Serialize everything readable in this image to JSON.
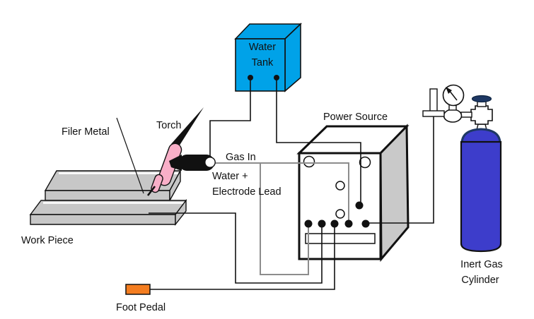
{
  "labels": {
    "water_tank_line1": "Water",
    "water_tank_line2": "Tank",
    "torch": "Torch",
    "filer_metal": "Filer Metal",
    "work_piece": "Work Piece",
    "gas_in": "Gas In",
    "water_electrode_line1": "Water +",
    "water_electrode_line2": "Electrode Lead",
    "power_source": "Power Source",
    "foot_pedal": "Foot Pedal",
    "inert_gas_line1": "Inert Gas",
    "inert_gas_line2": "Cylinder"
  },
  "colors": {
    "tank": "#00A2E8",
    "torch_pink": "#F9AFC8",
    "metal_gray": "#C7C7C7",
    "box_side": "#C9C9C9",
    "pedal_orange": "#F47D20",
    "cylinder_blue": "#3D3DCB",
    "handwheel_navy": "#1E3864",
    "wire_gray": "#8C8C8C"
  }
}
